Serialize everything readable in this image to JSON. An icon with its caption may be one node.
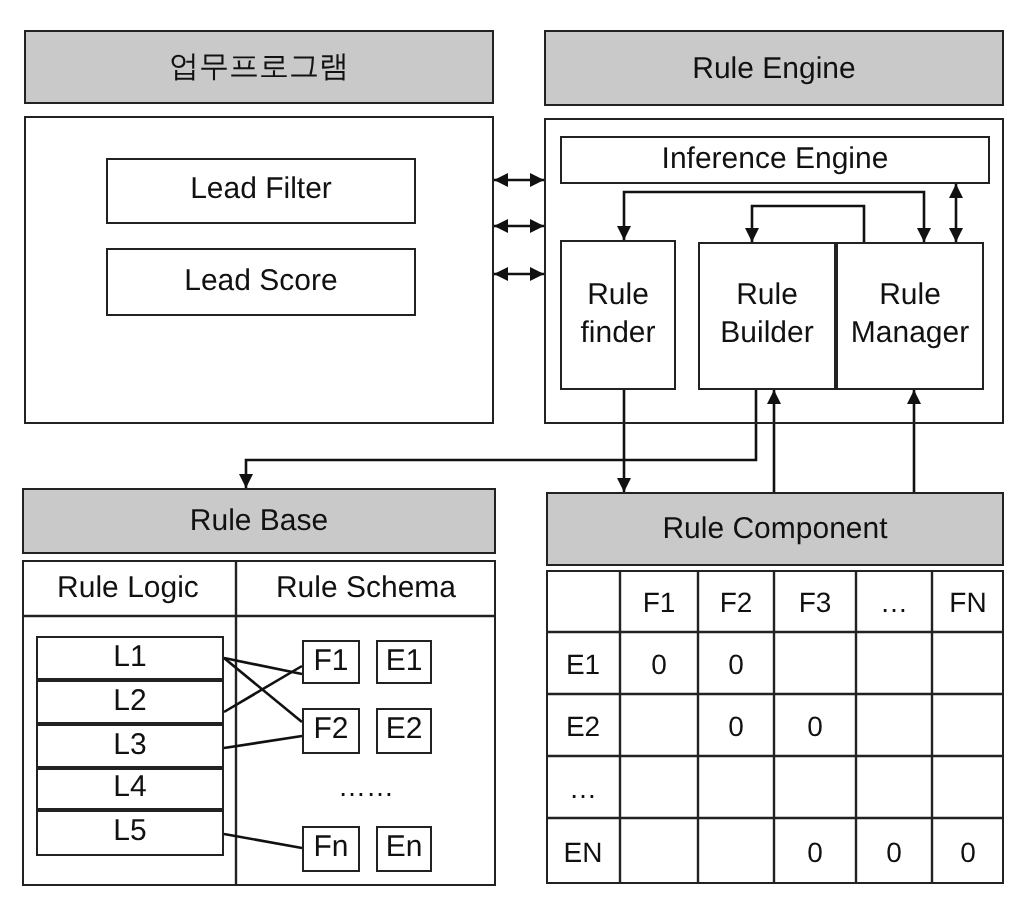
{
  "diagram": {
    "nodes": [
      {
        "text": [
          "업무프로그램"
        ]
      },
      {
        "text": [
          "Lead Filter"
        ],
        "in": 0
      },
      {
        "text": [
          "Lead Score"
        ],
        "in": 0
      },
      {
        "text": [
          "Rule Engine"
        ]
      },
      {
        "text": [
          "Inference Engine"
        ],
        "in": 3
      },
      {
        "text": [
          "Rule finder"
        ],
        "in": 3
      },
      {
        "text": [
          "Rule Builder"
        ],
        "in": 3
      },
      {
        "text": [
          "Rule Manager"
        ],
        "in": 3
      },
      {
        "text": [
          "Rule Base"
        ]
      },
      {
        "text": [
          "L1"
        ],
        "in": 8
      },
      {
        "text": [
          "L2"
        ],
        "in": 8
      },
      {
        "text": [
          "L3"
        ],
        "in": 8
      },
      {
        "text": [
          "L4"
        ],
        "in": 8
      },
      {
        "text": [
          "L5"
        ],
        "in": 8
      },
      {
        "text": [
          "F1"
        ],
        "in": 8
      },
      {
        "text": [
          "E1"
        ],
        "in": 8
      },
      {
        "text": [
          "F2"
        ],
        "in": 8
      },
      {
        "text": [
          "E2"
        ],
        "in": 8
      },
      {
        "text": [
          "Fn"
        ],
        "in": 8
      },
      {
        "text": [
          "En"
        ],
        "in": 8
      },
      {
        "text": [
          "Rule Component"
        ]
      }
    ],
    "edges": [
      {
        "from": 0,
        "to": 3,
        "arrow": "both"
      },
      {
        "from": 0,
        "to": 3,
        "arrow": "both"
      },
      {
        "from": 0,
        "to": 3,
        "arrow": "both"
      },
      {
        "from": 5,
        "to": 7,
        "arrow": "both"
      },
      {
        "from": 7,
        "to": 6,
        "arrow": "to"
      },
      {
        "from": 4,
        "to": 7,
        "arrow": "both"
      },
      {
        "from": 6,
        "to": 8,
        "arrow": "to"
      },
      {
        "from": 5,
        "to": 20,
        "arrow": "to"
      },
      {
        "from": 20,
        "to": 6,
        "arrow": "to"
      },
      {
        "from": 20,
        "to": 7,
        "arrow": "to"
      },
      {
        "from": 9,
        "to": 14,
        "arrow": "none"
      },
      {
        "from": 9,
        "to": 16,
        "arrow": "none"
      },
      {
        "from": 10,
        "to": 14,
        "arrow": "none"
      },
      {
        "from": 11,
        "to": 16,
        "arrow": "none"
      },
      {
        "from": 13,
        "to": 18,
        "arrow": "none"
      }
    ],
    "labels": [
      "Rule Logic",
      "Rule Schema",
      "……",
      "F1",
      "F2",
      "F3",
      "…",
      "FN",
      "E1",
      "0",
      "0",
      "E2",
      "0",
      "0",
      "…",
      "EN",
      "0",
      "0",
      "0"
    ]
  }
}
